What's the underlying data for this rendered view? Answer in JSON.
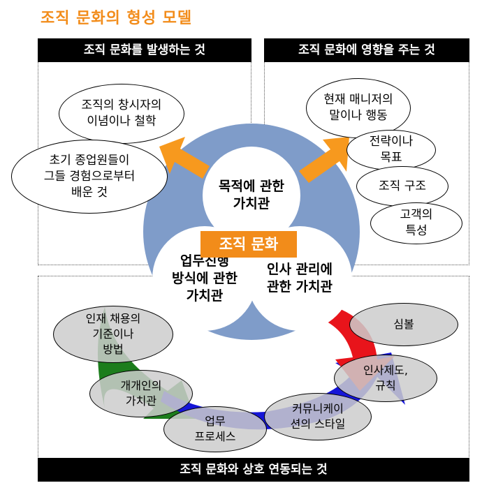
{
  "title": "조직 문화의 형성 모델",
  "headers": {
    "left": "조직 문화를 발생하는 것",
    "right": "조직 문화에 영향을 주는 것",
    "bottom": "조직 문화와 상호 연동되는 것"
  },
  "left_bubbles": [
    "조직의 창시자의\n이념이나 철학",
    "초기 종업원들이\n그들 경험으로부터\n배운 것"
  ],
  "right_bubbles": [
    "현재 매니저의\n말이나 행동",
    "전략이나\n목표",
    "조직 구조",
    "고객의\n특성"
  ],
  "core": {
    "label": "조직 문화",
    "values": [
      "목적에 관한\n가치관",
      "업무진행\n방식에 관한\n가치관",
      "인사 관리에\n관한 가치관"
    ]
  },
  "bottom_bubbles": [
    "인재 채용의\n기준이나\n방법",
    "개개인의\n가치관",
    "업무\n프로세스",
    "커뮤니케이\n션의 스타일",
    "인사제도,\n규칙",
    "심볼"
  ],
  "colors": {
    "title": "#f28c1a",
    "core_circle": "#7f9cc9",
    "arrow_orange": "#f7991e",
    "arrow_red": "#e8141b",
    "arrow_blue": "#1515d8",
    "arrow_green": "#1c7d1c"
  }
}
